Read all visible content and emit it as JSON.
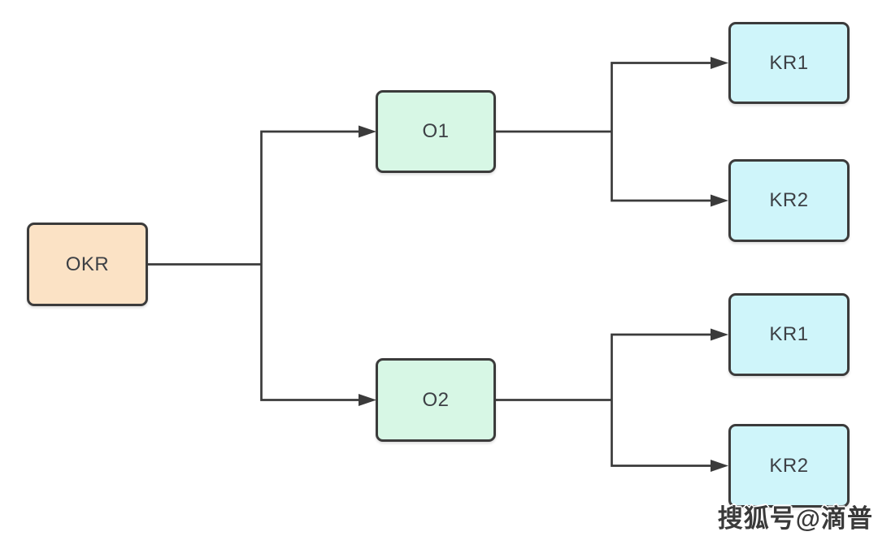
{
  "diagram": {
    "type": "flowchart",
    "direction": "left-to-right",
    "nodes": {
      "okr": {
        "id": "okr",
        "label": "OKR",
        "fill": "#FBE2C5"
      },
      "o1": {
        "id": "o1",
        "label": "O1",
        "fill": "#D7F7E5"
      },
      "o2": {
        "id": "o2",
        "label": "O2",
        "fill": "#D7F7E5"
      },
      "kr1_top": {
        "id": "kr1-top",
        "label": "KR1",
        "fill": "#CFF5FA"
      },
      "kr2_top": {
        "id": "kr2-top",
        "label": "KR2",
        "fill": "#CFF5FA"
      },
      "kr1_bottom": {
        "id": "kr1-bottom",
        "label": "KR1",
        "fill": "#CFF5FA"
      },
      "kr2_bottom": {
        "id": "kr2-bottom",
        "label": "KR2",
        "fill": "#CFF5FA"
      }
    },
    "edges": [
      {
        "from": "okr",
        "to": "o1",
        "arrow": true
      },
      {
        "from": "okr",
        "to": "o2",
        "arrow": true
      },
      {
        "from": "o1",
        "to": "kr1-top",
        "arrow": true
      },
      {
        "from": "o1",
        "to": "kr2-top",
        "arrow": true
      },
      {
        "from": "o2",
        "to": "kr1-bottom",
        "arrow": true
      },
      {
        "from": "o2",
        "to": "kr2-bottom",
        "arrow": true
      }
    ],
    "colors": {
      "line": "#3B3B3B",
      "border": "#3B3B3B",
      "text": "#3D4045",
      "background": "#FFFFFF"
    },
    "watermark": "搜狐号@滴普"
  }
}
